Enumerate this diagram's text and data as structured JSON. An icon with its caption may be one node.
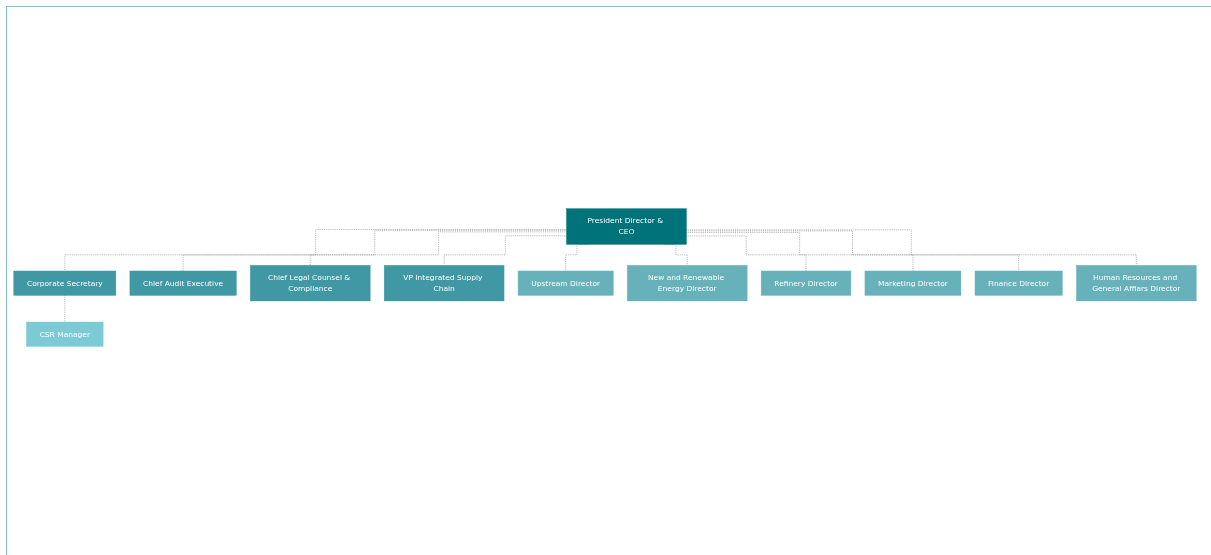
{
  "diagram": {
    "nodes": [
      {
        "text": [
          "President Director & CEO"
        ]
      },
      {
        "text": [
          "Corporate Secretary"
        ]
      },
      {
        "text": [
          "Chief Audit Executive"
        ]
      },
      {
        "text": [
          "CSR Manager"
        ]
      },
      {
        "text": [
          "Chief Legal Counsel & Compliance"
        ]
      },
      {
        "text": [
          "VP Integrated Supply Chain"
        ]
      },
      {
        "text": [
          "Upstream Director"
        ]
      },
      {
        "text": [
          "New and Renewable Energy Director"
        ]
      },
      {
        "text": [
          "Refinery Director"
        ]
      },
      {
        "text": [
          "Marketing Director"
        ]
      },
      {
        "text": [
          "Finance Director"
        ]
      },
      {
        "text": [
          "Human Resources and General Affiars Director"
        ]
      }
    ],
    "edges": [
      {
        "from": 0,
        "to": 1,
        "arrow": "none",
        "style": "dashed"
      },
      {
        "from": 0,
        "to": 2,
        "arrow": "none",
        "style": "dashed"
      },
      {
        "from": 1,
        "to": 3,
        "arrow": "none",
        "style": "dashed"
      },
      {
        "from": 0,
        "to": 4,
        "arrow": "none",
        "style": "dashed"
      },
      {
        "from": 0,
        "to": 5,
        "arrow": "none",
        "style": "dashed"
      },
      {
        "from": 0,
        "to": 6,
        "arrow": "none",
        "style": "dashed"
      },
      {
        "from": 0,
        "to": 7,
        "arrow": "none",
        "style": "dashed"
      },
      {
        "from": 0,
        "to": 8,
        "arrow": "none",
        "style": "dashed"
      },
      {
        "from": 0,
        "to": 9,
        "arrow": "none",
        "style": "dashed"
      },
      {
        "from": 0,
        "to": 10,
        "arrow": "none",
        "style": "dashed"
      },
      {
        "from": 0,
        "to": 11,
        "arrow": "none",
        "style": "dashed"
      }
    ]
  }
}
